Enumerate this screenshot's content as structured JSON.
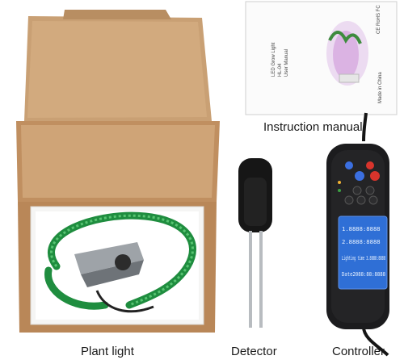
{
  "captions": {
    "instruction_manual": "Instruction manual",
    "plant_light": "Plant light",
    "detector": "Detector",
    "controller": "Controller"
  },
  "manual": {
    "title": "LED Grow Light",
    "model": "HL-04",
    "subtitle": "User Manual",
    "made_in": "Made in China",
    "marks": "CE RoHS FC"
  },
  "controller_screen": {
    "line1": "1.8888:8888",
    "line2": "2.8888:8888",
    "line3": "Lighting time 3.8888:8888",
    "line4": "Date2088:88:8888"
  },
  "colors": {
    "box": "#c89b6d",
    "box_inner": "#b98a5c",
    "cable": "#2aa34a",
    "controller_body": "#1c1c1e",
    "lcd": "#2f6fd6",
    "button_blue": "#3b6fe0",
    "button_red": "#d8342c"
  }
}
